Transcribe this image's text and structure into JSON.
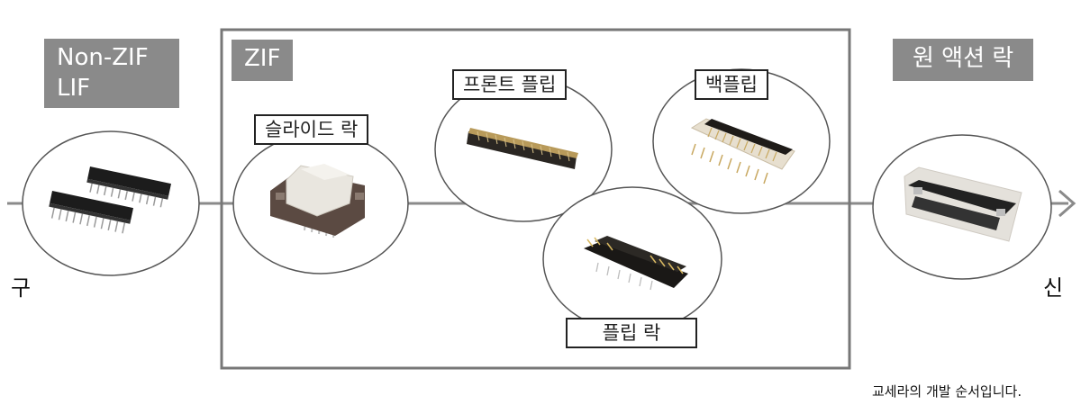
{
  "timeline": {
    "start_label": "구",
    "end_label": "신"
  },
  "categories": {
    "non_zif_line1": "Non-ZIF",
    "non_zif_line2": "LIF",
    "zif": "ZIF",
    "one_action_lock": "원 액션 락"
  },
  "connector_types": {
    "slide_lock": "슬라이드 락",
    "front_flip": "프론트 플립",
    "back_flip": "백플립",
    "flip_lock": "플립 락"
  },
  "footnote": "교세라의 개발 순서입니다.",
  "colors": {
    "label_gray": "#8a8a8a",
    "line_gray": "#8a8a8a",
    "frame": "#777777"
  }
}
